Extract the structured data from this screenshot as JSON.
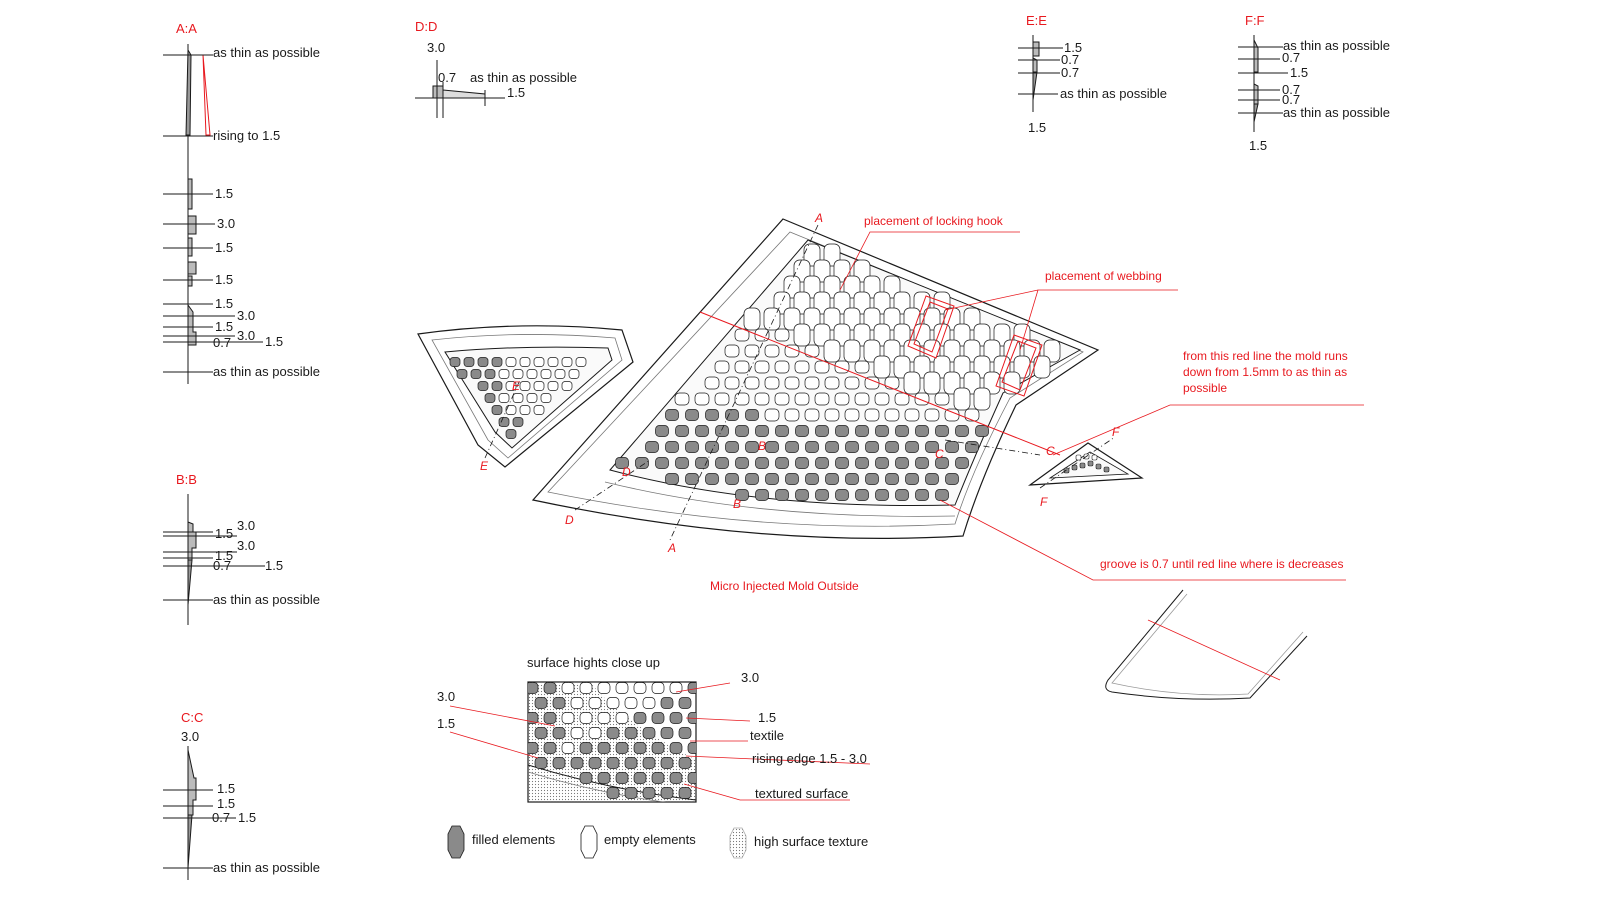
{
  "colors": {
    "annotation": "#e8191f",
    "ink": "#1a1a1a",
    "filled": "#8a8a8a"
  },
  "sections": {
    "aa": {
      "title": "A:A",
      "labels": [
        "as thin as possible",
        "rising to 1.5",
        "1.5",
        "3.0",
        "1.5",
        "1.5",
        "1.5",
        "3.0",
        "1.5",
        "3.0",
        "0.7",
        "1.5",
        "as thin as possible"
      ]
    },
    "bb": {
      "title": "B:B",
      "labels": [
        "3.0",
        "1.5",
        "3.0",
        "1.5",
        "0.7",
        "1.5",
        "as thin as possible"
      ]
    },
    "cc": {
      "title": "C:C",
      "labels": [
        "3.0",
        "1.5",
        "1.5",
        "0.7",
        "1.5",
        "as thin as possible"
      ]
    },
    "dd": {
      "title": "D:D",
      "labels": [
        "3.0",
        "0.7",
        "as thin as possible",
        "1.5"
      ]
    },
    "ee": {
      "title": "E:E",
      "labels": [
        "1.5",
        "0.7",
        "0.7",
        "as thin as possible",
        "1.5"
      ]
    },
    "ff": {
      "title": "F:F",
      "labels": [
        "as thin as possible",
        "0.7",
        "1.5",
        "0.7",
        "0.7",
        "as thin as possible",
        "1.5"
      ]
    }
  },
  "annotations": {
    "locking_hook": "placement of locking hook",
    "webbing": "placement of webbing",
    "red_line_1": "from this red line the mold runs",
    "red_line_2": "down from 1.5mm to as thin as",
    "red_line_3": "possible",
    "groove": "groove is 0.7 until red line where is decreases",
    "caption": "Micro Injected Mold Outside"
  },
  "cut_letters": [
    "A",
    "A",
    "B",
    "B",
    "C",
    "C",
    "D",
    "D",
    "E",
    "E",
    "F",
    "F"
  ],
  "closeup": {
    "title": "surface hights close up",
    "left_labels": [
      "3.0",
      "1.5"
    ],
    "right_labels": [
      "3.0",
      "1.5",
      "textile",
      "rising edge 1.5 - 3.0",
      "textured surface"
    ]
  },
  "legend": [
    {
      "label": "filled elements",
      "icon": "filled-element-icon"
    },
    {
      "label": "empty elements",
      "icon": "empty-element-icon"
    },
    {
      "label": "high surface texture",
      "icon": "texture-element-icon"
    }
  ]
}
